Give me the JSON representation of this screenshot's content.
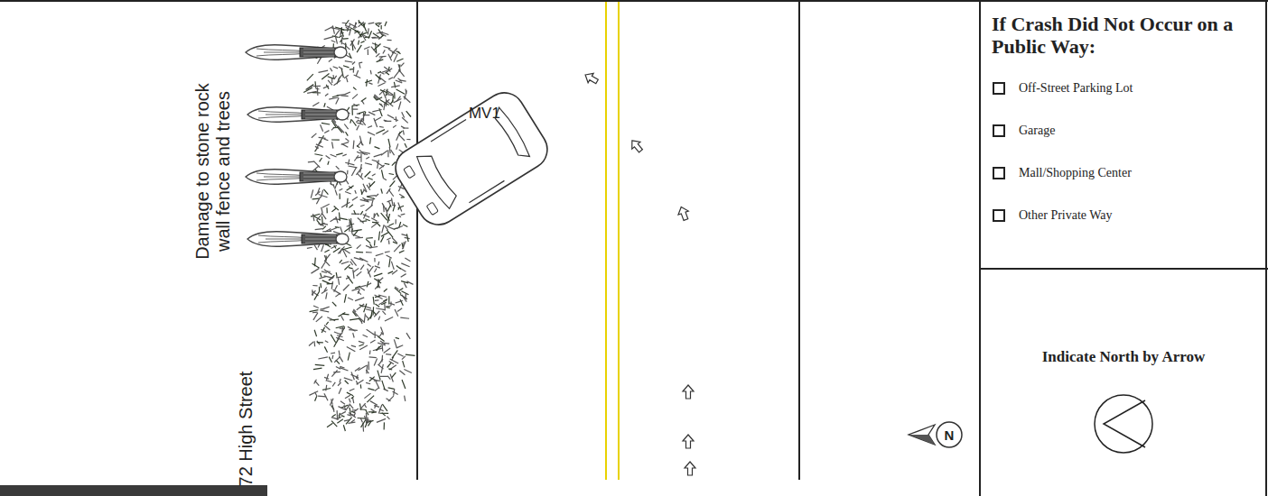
{
  "diagram": {
    "nodes": [
      {
        "text": [
          "MV1"
        ]
      },
      {
        "text": [
          "N"
        ]
      }
    ],
    "labels": [
      "Damage to stone rock wall fence and trees",
      "72 High Street",
      "If Crash Did Not Occur on a Public Way:",
      "Off-Street Parking Lot",
      "Garage",
      "Mall/Shopping Center",
      "Other Private Way",
      "Indicate North by Arrow"
    ]
  }
}
